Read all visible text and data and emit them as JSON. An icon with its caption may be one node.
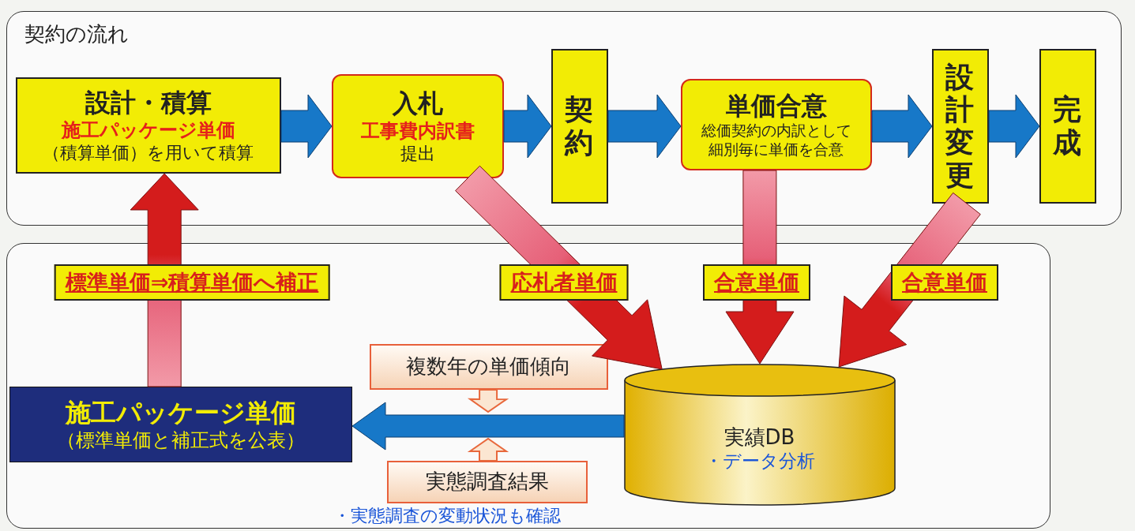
{
  "diagram": {
    "nodes": [
      {
        "text": [
          "契約の流れ"
        ]
      },
      {
        "text": [
          "設計・積算",
          "施工パッケージ単価",
          "（積算単価）を用いて積算"
        ],
        "in": 0
      },
      {
        "text": [
          "入札",
          "工事費内訳書",
          "提出"
        ],
        "in": 0
      },
      {
        "text": [
          "契約"
        ],
        "in": 0
      },
      {
        "text": [
          "単価合意",
          "総価契約の内訳として細別毎に単価を合意"
        ],
        "in": 0
      },
      {
        "text": [
          "設計変更"
        ],
        "in": 0
      },
      {
        "text": [
          "完成"
        ],
        "in": 0
      },
      {
        "text": [],
        "shape": "box"
      },
      {
        "text": [
          "施工パッケージ単価",
          "（標準単価と補正式を公表）"
        ],
        "in": 7
      },
      {
        "text": [
          "複数年の単価傾向"
        ],
        "in": 7
      },
      {
        "text": [
          "実態調査結果"
        ],
        "beside": [
          "・実態調査の変動状況も確認"
        ],
        "in": 7
      },
      {
        "text": [
          "実績DB",
          "・データ分析"
        ],
        "in": 7
      }
    ],
    "edges": [
      {
        "from": 1,
        "to": 2,
        "arrow": "to"
      },
      {
        "from": 2,
        "to": 3,
        "arrow": "to"
      },
      {
        "from": 3,
        "to": 4,
        "arrow": "to"
      },
      {
        "from": 4,
        "to": 5,
        "arrow": "to"
      },
      {
        "from": 5,
        "to": 6,
        "arrow": "to"
      },
      {
        "from": 2,
        "to": 11,
        "arrow": "to",
        "label": "応札者単価",
        "color": "#d41c1c"
      },
      {
        "from": 4,
        "to": 11,
        "arrow": "to",
        "label": "合意単価",
        "color": "#d41c1c"
      },
      {
        "from": 5,
        "to": 11,
        "arrow": "to",
        "label": "合意単価",
        "color": "#d41c1c"
      },
      {
        "from": 11,
        "to": 8,
        "arrow": "to"
      },
      {
        "from": 8,
        "to": 1,
        "arrow": "to",
        "label": "標準単価⇒積算単価へ補正",
        "color": "#d41c1c"
      },
      {
        "from": 9,
        "to": null,
        "arrow": "to",
        "color": "#e8683c"
      },
      {
        "from": 10,
        "to": null,
        "arrow": "to",
        "color": "#e8683c"
      }
    ]
  }
}
